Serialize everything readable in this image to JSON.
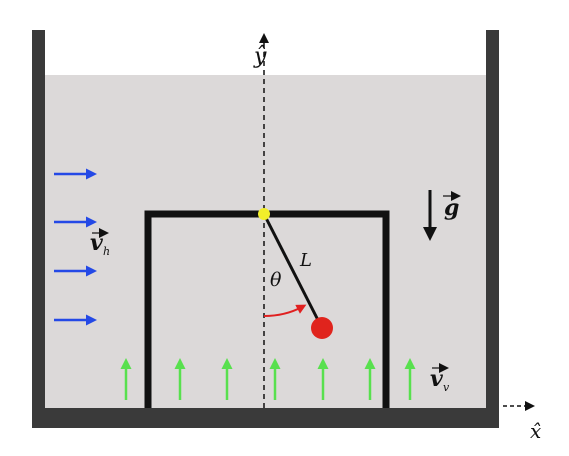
{
  "labels": {
    "y_axis": "ŷ",
    "x_axis": "x̂",
    "gravity": "g",
    "horizontal_velocity": "v",
    "horizontal_velocity_sub": "h",
    "vertical_velocity": "v",
    "vertical_velocity_sub": "v",
    "length": "L",
    "angle": "θ"
  },
  "colors": {
    "fluid": "#dcd9d9",
    "wall": "#3a3a3a",
    "frame": "#111111",
    "horizontal_flow_arrow": "#2449e6",
    "vertical_flow_arrow": "#58e04e",
    "pivot": "#f2ee2a",
    "bob": "#e0241d",
    "angle_arrow": "#e02020"
  },
  "icons": {
    "vector_arrow": "right-arrow-accent"
  }
}
